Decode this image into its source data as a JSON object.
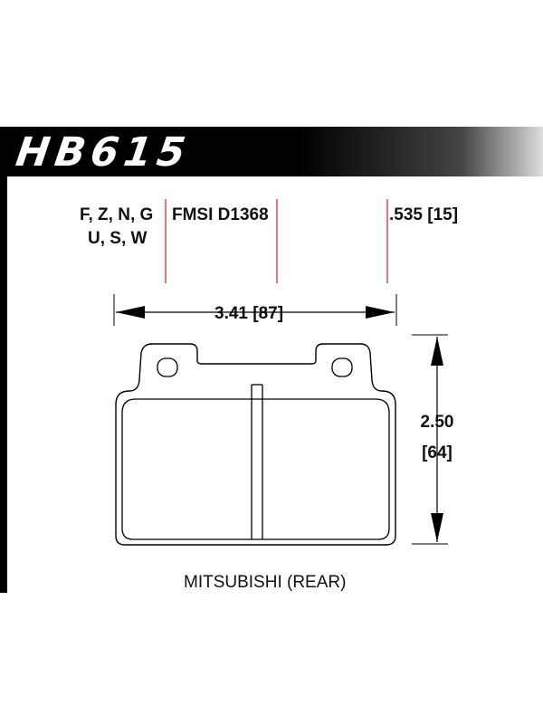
{
  "header": {
    "part_number": "HB615"
  },
  "compounds": {
    "line1": "F, Z, N, G",
    "line2": "U, S, W"
  },
  "fmsi": "FMSI D1368",
  "thickness": ".535 [15]",
  "width_dim": "3.41 [87]",
  "height_dim": {
    "line1": "2.50",
    "line2": "[64]"
  },
  "application": "MITSUBISHI (REAR)",
  "colors": {
    "header": "#000000",
    "leader_lines": "#cc2222",
    "outline": "#000000"
  }
}
